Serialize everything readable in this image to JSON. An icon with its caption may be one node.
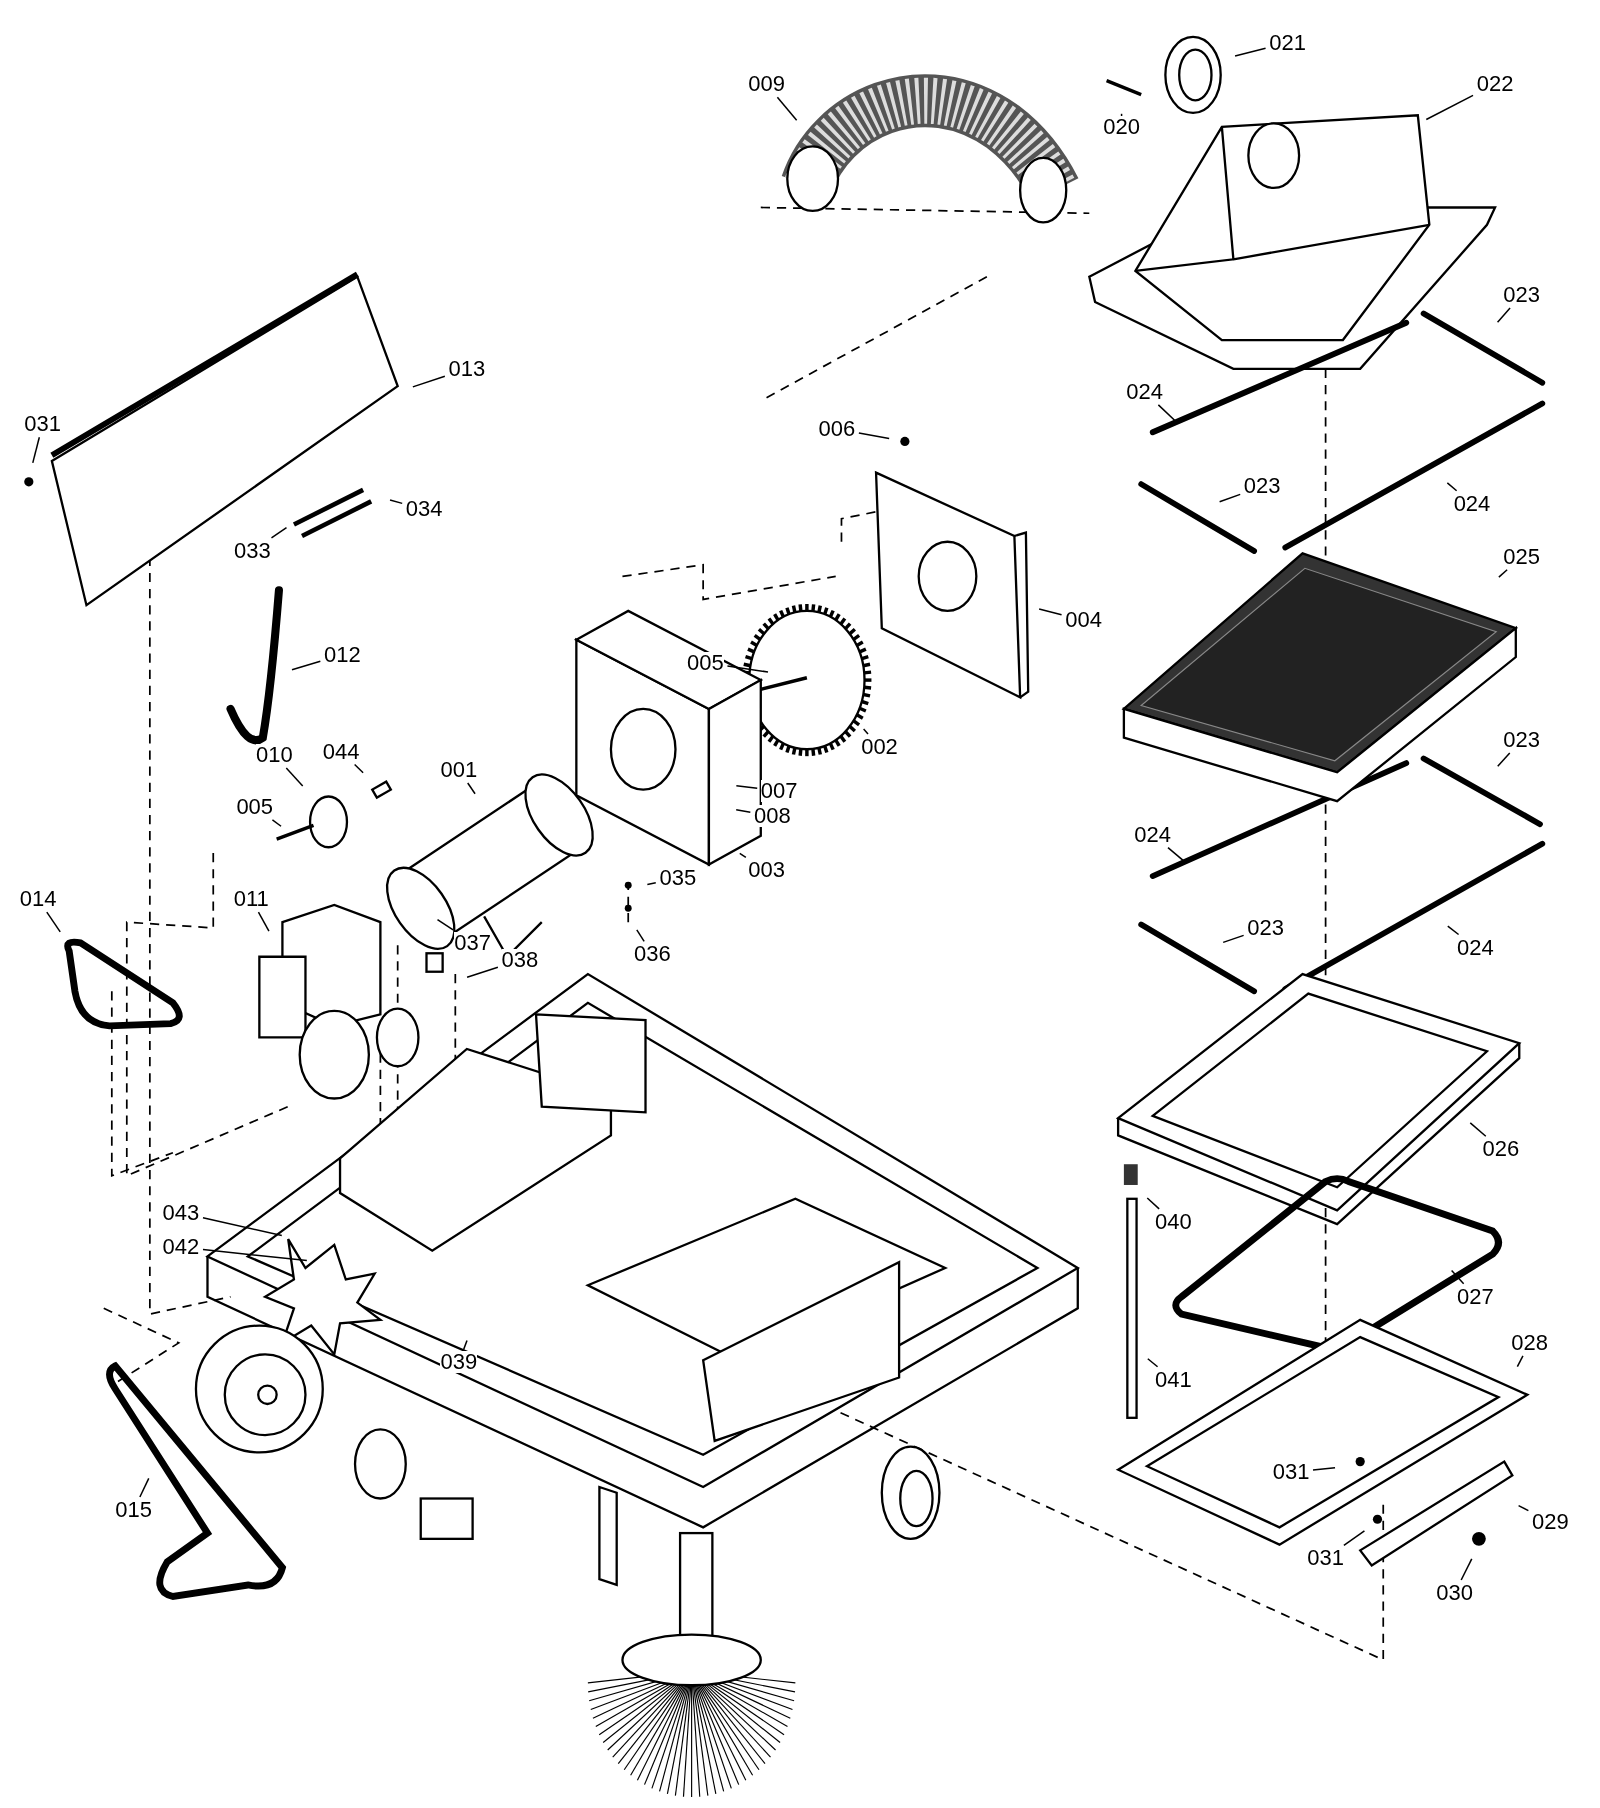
{
  "diagram": {
    "nodes": [
      {
        "text": [
          "009"
        ]
      },
      {
        "text": [
          "021"
        ]
      },
      {
        "text": [
          "020"
        ]
      },
      {
        "text": [
          "022"
        ]
      },
      {
        "text": [
          "023"
        ]
      },
      {
        "text": [
          "024"
        ]
      },
      {
        "text": [
          "023"
        ]
      },
      {
        "text": [
          "024"
        ]
      },
      {
        "text": [
          "025"
        ]
      },
      {
        "text": [
          "023"
        ]
      },
      {
        "text": [
          "024"
        ]
      },
      {
        "text": [
          "023"
        ]
      },
      {
        "text": [
          "024"
        ]
      },
      {
        "text": [
          "026"
        ]
      },
      {
        "text": [
          "040"
        ]
      },
      {
        "text": [
          "027"
        ]
      },
      {
        "text": [
          "028"
        ]
      },
      {
        "text": [
          "041"
        ]
      },
      {
        "text": [
          "031"
        ]
      },
      {
        "text": [
          "029"
        ]
      },
      {
        "text": [
          "031"
        ]
      },
      {
        "text": [
          "030"
        ]
      },
      {
        "text": [
          "013"
        ]
      },
      {
        "text": [
          "031"
        ]
      },
      {
        "text": [
          "034"
        ]
      },
      {
        "text": [
          "033"
        ]
      },
      {
        "text": [
          "012"
        ]
      },
      {
        "text": [
          "006"
        ]
      },
      {
        "text": [
          "004"
        ]
      },
      {
        "text": [
          "005"
        ]
      },
      {
        "text": [
          "002"
        ]
      },
      {
        "text": [
          "007"
        ]
      },
      {
        "text": [
          "008"
        ]
      },
      {
        "text": [
          "003"
        ]
      },
      {
        "text": [
          "001"
        ]
      },
      {
        "text": [
          "044"
        ]
      },
      {
        "text": [
          "010"
        ]
      },
      {
        "text": [
          "005"
        ]
      },
      {
        "text": [
          "035"
        ]
      },
      {
        "text": [
          "036"
        ]
      },
      {
        "text": [
          "037"
        ]
      },
      {
        "text": [
          "038"
        ]
      },
      {
        "text": [
          "014"
        ]
      },
      {
        "text": [
          "011"
        ]
      },
      {
        "text": [
          "043"
        ]
      },
      {
        "text": [
          "042"
        ]
      },
      {
        "text": [
          "039"
        ]
      },
      {
        "text": [
          "015"
        ]
      }
    ],
    "edges": [
      {
        "from": 0,
        "to": null,
        "arrow": "none"
      },
      {
        "from": 1,
        "to": null,
        "arrow": "none"
      },
      {
        "from": 2,
        "to": null,
        "arrow": "none"
      },
      {
        "from": 3,
        "to": null,
        "arrow": "none"
      },
      {
        "from": 4,
        "to": null,
        "arrow": "none"
      },
      {
        "from": 5,
        "to": null,
        "arrow": "none"
      },
      {
        "from": 6,
        "to": null,
        "arrow": "none"
      },
      {
        "from": 7,
        "to": null,
        "arrow": "none"
      },
      {
        "from": 8,
        "to": null,
        "arrow": "none"
      },
      {
        "from": 9,
        "to": null,
        "arrow": "none"
      },
      {
        "from": 10,
        "to": null,
        "arrow": "none"
      },
      {
        "from": 11,
        "to": null,
        "arrow": "none"
      },
      {
        "from": 12,
        "to": null,
        "arrow": "none"
      },
      {
        "from": 13,
        "to": null,
        "arrow": "none"
      },
      {
        "from": 14,
        "to": null,
        "arrow": "none"
      },
      {
        "from": 15,
        "to": null,
        "arrow": "none"
      },
      {
        "from": 16,
        "to": null,
        "arrow": "none"
      },
      {
        "from": 17,
        "to": null,
        "arrow": "none"
      },
      {
        "from": 18,
        "to": null,
        "arrow": "none"
      },
      {
        "from": 19,
        "to": null,
        "arrow": "none"
      },
      {
        "from": 20,
        "to": null,
        "arrow": "none"
      },
      {
        "from": 21,
        "to": null,
        "arrow": "none"
      },
      {
        "from": 22,
        "to": null,
        "arrow": "none"
      },
      {
        "from": 23,
        "to": null,
        "arrow": "none"
      },
      {
        "from": 24,
        "to": null,
        "arrow": "none"
      },
      {
        "from": 25,
        "to": null,
        "arrow": "none"
      },
      {
        "from": 26,
        "to": null,
        "arrow": "none"
      },
      {
        "from": 27,
        "to": null,
        "arrow": "none"
      },
      {
        "from": 28,
        "to": null,
        "arrow": "none"
      },
      {
        "from": 29,
        "to": null,
        "arrow": "none"
      },
      {
        "from": 30,
        "to": null,
        "arrow": "none"
      },
      {
        "from": 31,
        "to": null,
        "arrow": "none"
      },
      {
        "from": 32,
        "to": null,
        "arrow": "none"
      },
      {
        "from": 33,
        "to": null,
        "arrow": "none"
      },
      {
        "from": 34,
        "to": null,
        "arrow": "none"
      },
      {
        "from": 35,
        "to": null,
        "arrow": "none"
      },
      {
        "from": 36,
        "to": null,
        "arrow": "none"
      },
      {
        "from": 37,
        "to": null,
        "arrow": "none"
      },
      {
        "from": 38,
        "to": null,
        "arrow": "none"
      },
      {
        "from": 39,
        "to": null,
        "arrow": "none"
      },
      {
        "from": 40,
        "to": null,
        "arrow": "none"
      },
      {
        "from": 41,
        "to": null,
        "arrow": "none"
      },
      {
        "from": 42,
        "to": null,
        "arrow": "none"
      },
      {
        "from": 43,
        "to": null,
        "arrow": "none"
      },
      {
        "from": 44,
        "to": null,
        "arrow": "none"
      },
      {
        "from": 45,
        "to": null,
        "arrow": "none"
      },
      {
        "from": 46,
        "to": null,
        "arrow": "none"
      },
      {
        "from": 47,
        "to": null,
        "arrow": "none"
      }
    ]
  }
}
